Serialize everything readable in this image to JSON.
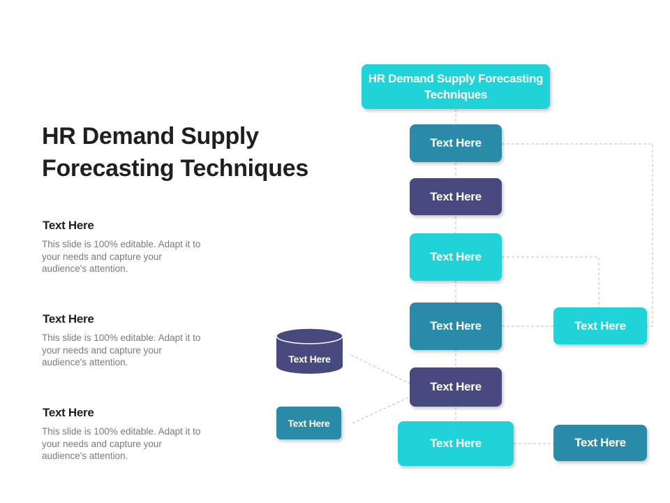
{
  "title": "HR Demand Supply Forecasting Techniques",
  "items": [
    {
      "heading": "Text Here",
      "body": "This slide is 100% editable. Adapt it to your needs and capture your audience's attention."
    },
    {
      "heading": "Text Here",
      "body": "This slide is 100% editable. Adapt it to your needs and capture your audience's attention."
    },
    {
      "heading": "Text Here",
      "body": "This slide is 100% editable. Adapt it to your needs and capture your audience's attention."
    }
  ],
  "diagram": {
    "top_box": "HR Demand Supply Forecasting Techniques",
    "center_nodes": [
      "Text Here",
      "Text Here",
      "Text Here",
      "Text Here",
      "Text Here",
      "Text Here"
    ],
    "right_nodes": [
      "Text Here",
      "Text Here"
    ],
    "left_nodes": [
      "Text Here",
      "Text Here"
    ]
  },
  "colors": {
    "cyan": "#1fd3d8",
    "teal": "#2a8ba8",
    "navy": "#464a7e",
    "connector": "#bdbdbd"
  }
}
